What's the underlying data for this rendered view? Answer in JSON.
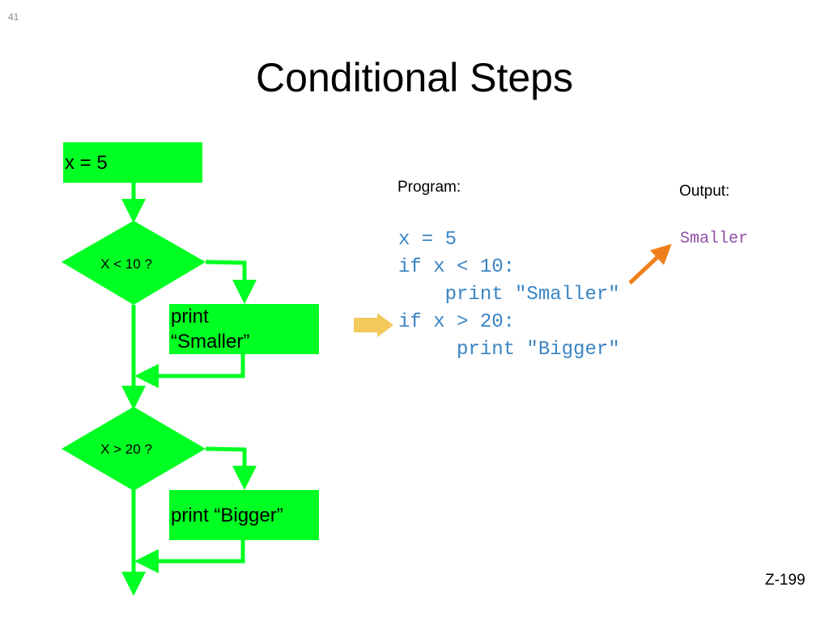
{
  "slide": {
    "number": "41",
    "title": "Conditional Steps",
    "footer": "Z-199"
  },
  "flowchart": {
    "assign_box": "x = 5",
    "decision_1": "X < 10 ?",
    "action_1": "print\n“Smaller”",
    "decision_2": "X > 20 ?",
    "action_2": "print “Bigger”"
  },
  "program": {
    "heading": "Program:",
    "lines": [
      "x = 5",
      "if x < 10:",
      "    print \"Smaller\"",
      "if x > 20:",
      "     print \"Bigger\""
    ]
  },
  "output": {
    "heading": "Output:",
    "text": "Smaller"
  },
  "colors": {
    "flow_green": "#00ff22",
    "code_blue": "#3a84c3",
    "output_purple": "#9050a8",
    "pointer_arrow": "#f2c95a",
    "output_arrow": "#f07f1b"
  }
}
